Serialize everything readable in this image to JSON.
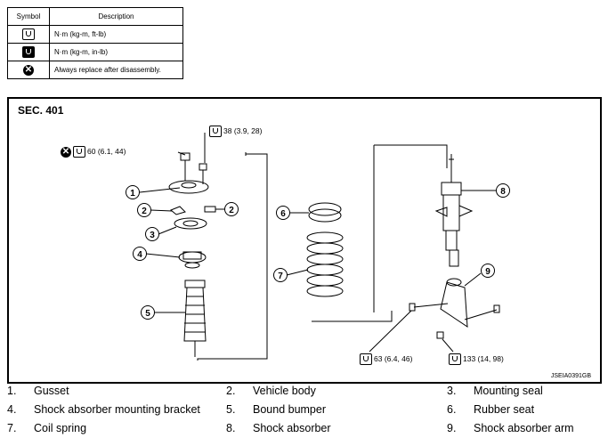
{
  "symbol_table": {
    "header": {
      "symbol": "Symbol",
      "description": "Description"
    },
    "rows": [
      {
        "icon": "torque-wrench-icon",
        "description": "N·m (kg-m, ft-lb)"
      },
      {
        "icon": "torque-wrench-inlb-icon",
        "description": "N·m (kg-m, in-lb)"
      },
      {
        "icon": "replace-x-icon",
        "description": "Always replace after disassembly."
      }
    ]
  },
  "figure": {
    "section": "SEC. 401",
    "code": "JSEIA0391GB",
    "torques": {
      "t1": "60 (6.1, 44)",
      "t2": "38 (3.9, 28)",
      "t3": "63 (6.4, 46)",
      "t4": "133 (14, 98)"
    },
    "callout_numbers": [
      "1",
      "2",
      "2",
      "3",
      "4",
      "5",
      "6",
      "7",
      "8",
      "9"
    ]
  },
  "legend": [
    {
      "num": "1.",
      "label": "Gusset"
    },
    {
      "num": "2.",
      "label": "Vehicle body"
    },
    {
      "num": "3.",
      "label": "Mounting seal"
    },
    {
      "num": "4.",
      "label": "Shock absorber mounting bracket"
    },
    {
      "num": "5.",
      "label": "Bound bumper"
    },
    {
      "num": "6.",
      "label": "Rubber seat"
    },
    {
      "num": "7.",
      "label": "Coil spring"
    },
    {
      "num": "8.",
      "label": "Shock absorber"
    },
    {
      "num": "9.",
      "label": "Shock absorber arm"
    }
  ]
}
